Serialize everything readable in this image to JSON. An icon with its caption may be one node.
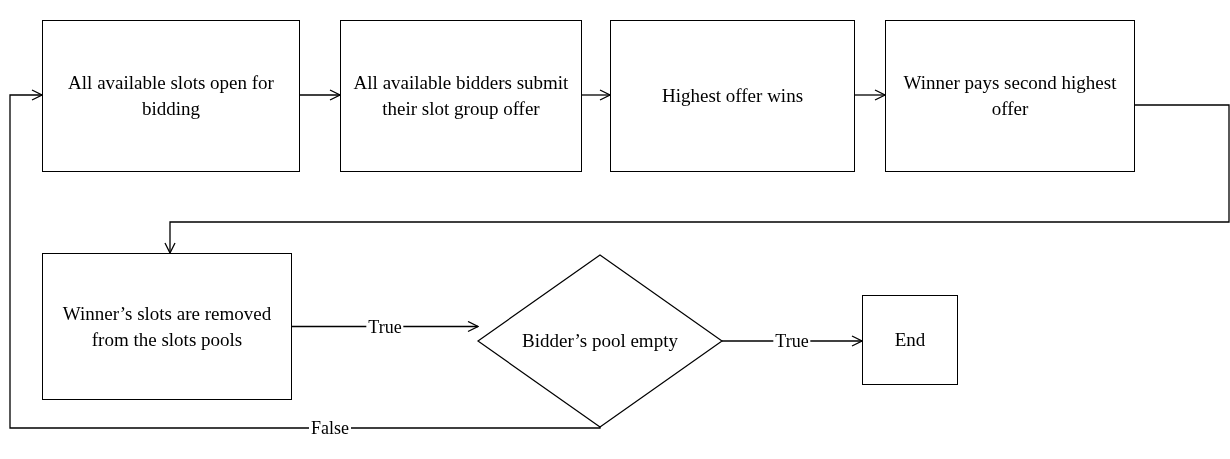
{
  "diagram": {
    "nodes": [
      {
        "text": [
          "All available slots open for bidding"
        ]
      },
      {
        "text": [
          "All available bidders submit their slot group offer"
        ]
      },
      {
        "text": [
          "Highest offer wins"
        ]
      },
      {
        "text": [
          "Winner pays second highest offer"
        ]
      },
      {
        "text": [
          "Winner’s slots are removed from the slots pools"
        ]
      },
      {
        "text": [
          "Bidder’s pool empty"
        ]
      },
      {
        "text": [
          "End"
        ]
      }
    ],
    "edges": [
      {
        "from": 0,
        "to": 1,
        "arrow": "to"
      },
      {
        "from": 1,
        "to": 2,
        "arrow": "to"
      },
      {
        "from": 2,
        "to": 3,
        "arrow": "to"
      },
      {
        "from": 3,
        "to": 4,
        "arrow": "to"
      },
      {
        "from": 4,
        "to": 5,
        "arrow": "to",
        "label": "True"
      },
      {
        "from": 5,
        "to": 6,
        "arrow": "to",
        "label": "True"
      },
      {
        "from": 5,
        "to": 0,
        "arrow": "to",
        "label": "False"
      }
    ]
  }
}
